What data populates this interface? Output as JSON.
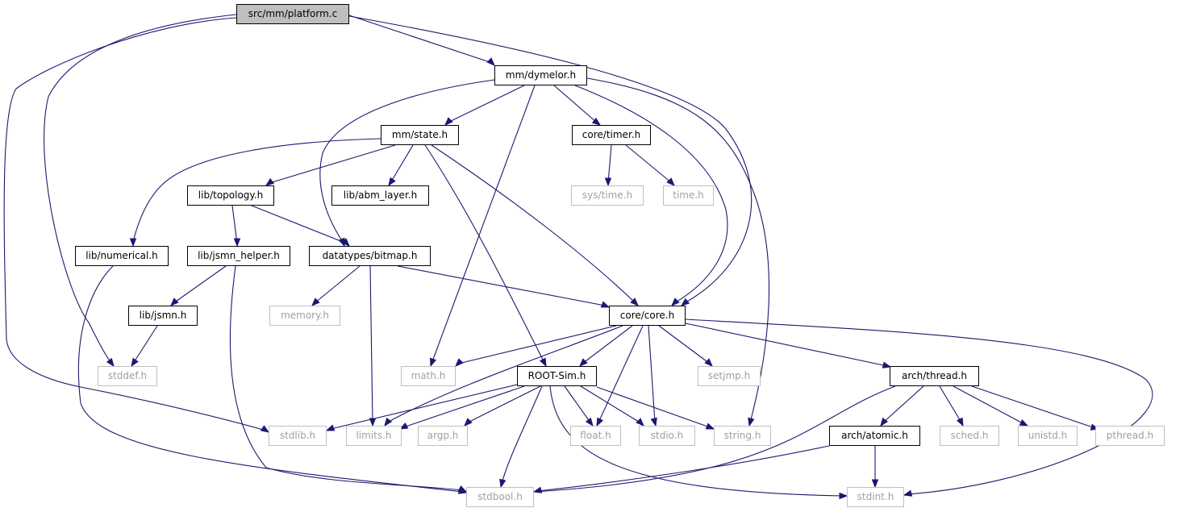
{
  "nodes": {
    "platform": "src/mm/platform.c",
    "dymelor": "mm/dymelor.h",
    "state": "mm/state.h",
    "timer": "core/timer.h",
    "topology": "lib/topology.h",
    "abm": "lib/abm_layer.h",
    "systime": "sys/time.h",
    "time": "time.h",
    "numerical": "lib/numerical.h",
    "jsmnhelper": "lib/jsmn_helper.h",
    "bitmap": "datatypes/bitmap.h",
    "memory": "memory.h",
    "core": "core/core.h",
    "jsmn": "lib/jsmn.h",
    "stddef": "stddef.h",
    "math": "math.h",
    "rootsim": "ROOT-Sim.h",
    "setjmp": "setjmp.h",
    "thread": "arch/thread.h",
    "stdlib": "stdlib.h",
    "limits": "limits.h",
    "argp": "argp.h",
    "float": "float.h",
    "stdio": "stdio.h",
    "string": "string.h",
    "atomic": "arch/atomic.h",
    "sched": "sched.h",
    "unistd": "unistd.h",
    "pthread": "pthread.h",
    "stdbool": "stdbool.h",
    "stdint": "stdint.h"
  },
  "colors": {
    "edge": "#191970",
    "root_fill": "#bfbfbf",
    "external_border": "#bfbfbf",
    "external_text": "#a0a0a0"
  }
}
